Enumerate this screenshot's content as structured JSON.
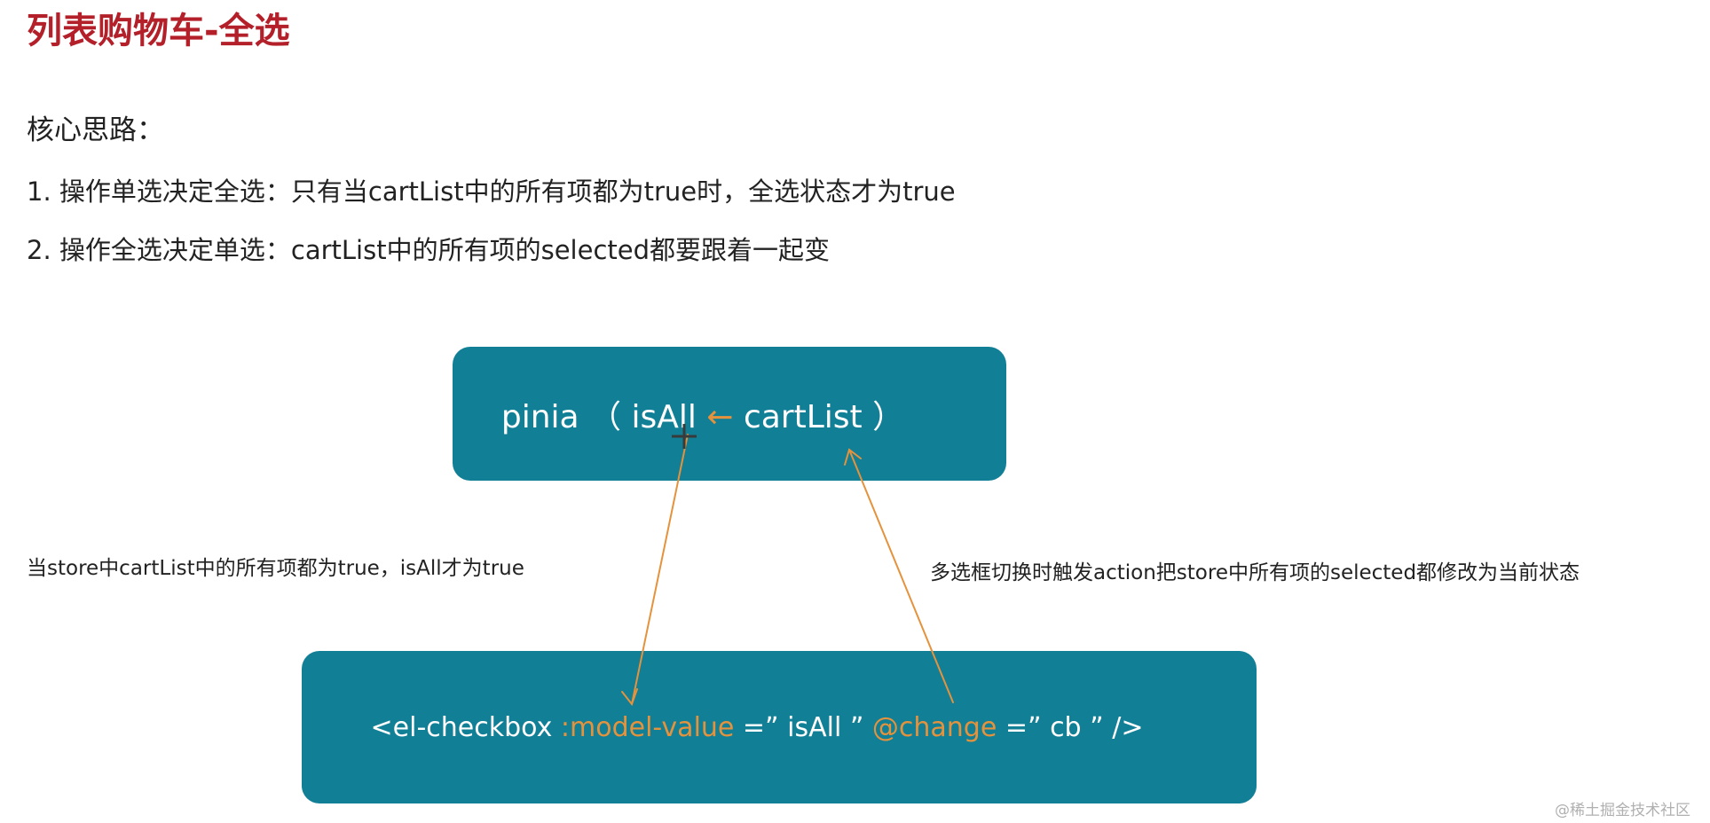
{
  "slide": {
    "title": "列表购物车-全选",
    "heading": "核心思路：",
    "points": [
      "1. 操作单选决定全选：只有当cartList中的所有项都为true时，全选状态才为true",
      "2. 操作全选决定单选：cartList中的所有项的selected都要跟着一起变"
    ]
  },
  "diagram": {
    "store_box": {
      "prefix": "pinia （ ",
      "is_all": "isAll",
      "arrow": " ← ",
      "cart_list": "cartList",
      "suffix": " ）"
    },
    "checkbox_box": {
      "tag_open": "<el-checkbox ",
      "model_attr": ":model-value",
      "model_value": " =” isAll ” ",
      "change_attr": "@change",
      "change_value": " =” cb ” />"
    },
    "left_note": "当store中cartList中的所有项都为true，isAll才为true",
    "right_note": "多选框切换时触发action把store中所有项的selected都修改为当前状态"
  },
  "watermark": "@稀土掘金技术社区",
  "colors": {
    "title": "#b4202a",
    "box": "#117f96",
    "accent": "#e5923d"
  }
}
